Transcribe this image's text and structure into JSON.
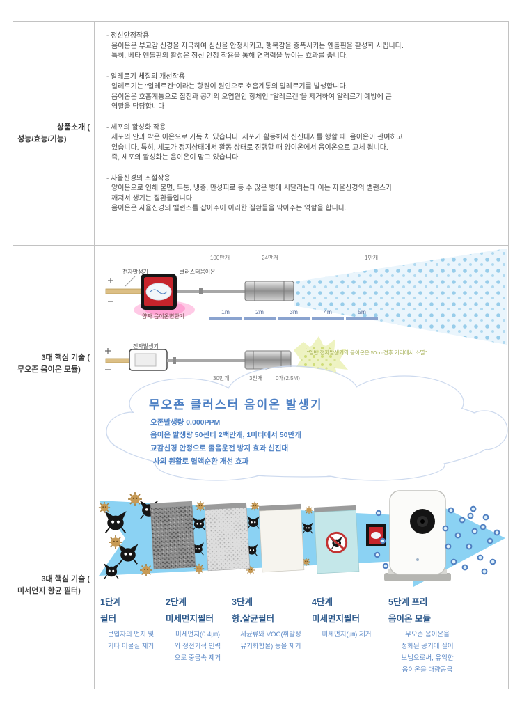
{
  "colors": {
    "accent_blue": "#4d80c4",
    "stage_header_blue": "#2e5a8c",
    "stage_desc_blue": "#5f8bc7",
    "green_note": "#a3ae52",
    "spray_blue": "#8fc8e8",
    "arrow_blue": "#8bd2f3",
    "table_border": "#c2c2c2"
  },
  "intro": {
    "header_line1": "상품소개 (",
    "header_line2": "성능/효능/기능)",
    "sections": [
      {
        "title": "- 정신안정작용",
        "lines": [
          "음이온은 부교감 신경을 자극하여 심신을 안정시키고, 행복감을 증폭시키는 엔돌핀을 활성화 시킵니다.",
          "특히, 베타 엔돌핀의 활성은 정신 안정 작용을 통해 면역력을 높이는 효과를 줍니다."
        ]
      },
      {
        "title": "- 알레르기 체질의 개선작용",
        "lines": [
          "알레르기는 \"알레르겐\"이라는 항원이 원인으로 호흡계통의 알레르기를 발생합니다.",
          "음이온은 호흡계통으로 집진과 공기의 오염원인 항체인 \"알레르겐\"을 제거하여 알레르기 예방에 큰",
          "역할을 담당합니다"
        ]
      },
      {
        "title": "- 세포의 활성화 작용",
        "lines": [
          "세포의 안과 밖은 이온으로 가득 차 있습니다. 세포가 활동해서 신진대사를 행할 때, 음이온이 관여하고",
          "있습니다. 특히, 세포가 정지상태에서 활동 상태로 진행할 때 양이온에서 음이온으로 교체 됩니다.",
          "즉, 세포의 활성화는  음이온이 맡고 있습니다."
        ]
      },
      {
        "title": "- 자율신경의 조절작용",
        "lines": [
          "양이온으로 인해 불면, 두통, 냉증, 만성피로 등 수 많은 병에 시달리는데 이는 자율신경의 밸런스가",
          "깨져서 생기는 질환들입니다",
          "음이온은 자율신경의 밸런스를 잡아주어 이러한 질환들을 막아주는 역할을 합니다."
        ]
      }
    ]
  },
  "tech_ion": {
    "header_line1": "3대 핵심 기술 (",
    "header_line2": "무오존 음이온 모듈)",
    "counts_top": [
      "100만개",
      "24만개",
      "1만개"
    ],
    "label_generator_top": "전자발생기",
    "label_cluster_ion": "클러스터음이온",
    "label_quantum_converter": "양자 음이온변환기",
    "ruler_marks": [
      "1m",
      "2m",
      "3m",
      "4m",
      "5m"
    ],
    "label_generator_bottom": "전자발생기",
    "green_note": "\"일반 전자발생기의 음이온은 50cm전후 거리에서 소멸\"",
    "counts_bottom": [
      "30만개",
      "3천개",
      "0개(2.5M)"
    ],
    "cloud": {
      "title": "무오존 클러스터 음이온 발생기",
      "line1": "오존발생량 0.000PPM",
      "line2": "음이온 발생량 50센티 2백만개, 1미터에서 50만개",
      "line3": "교감신경 안정으로 졸음운전 방지 효과  신진대",
      "line4": "사의 원활로 혈액순환 개선 효과"
    }
  },
  "tech_filter": {
    "header_line1": "3대 핵심 기술 (",
    "header_line2": "미세먼지 항균 필터)",
    "stages": [
      {
        "step": "1단계",
        "name": "필터",
        "desc": [
          "큰입자의 먼지 및",
          "기타 이물질 제거"
        ]
      },
      {
        "step": "2단계",
        "name": "미세먼지필터",
        "desc": [
          "미세먼지(0.4㎛)",
          "와 정전기적 인력",
          "으로 중금속 제거"
        ]
      },
      {
        "step": "3단계",
        "name": "항.살균필터",
        "desc": [
          "세균류와 VOC(휘발성",
          "유기화합물) 등을 제거"
        ]
      },
      {
        "step": "4단계",
        "name": "미세먼지필터",
        "desc": [
          "미세먼지(㎛) 제거"
        ]
      },
      {
        "step": "5단계  프리",
        "name": "음이온 모듈",
        "desc": [
          "무오존 음이온을",
          "정화된 공기에 실어",
          "보냄으로써, 유익한",
          "음이온을 대량공급"
        ]
      }
    ]
  }
}
